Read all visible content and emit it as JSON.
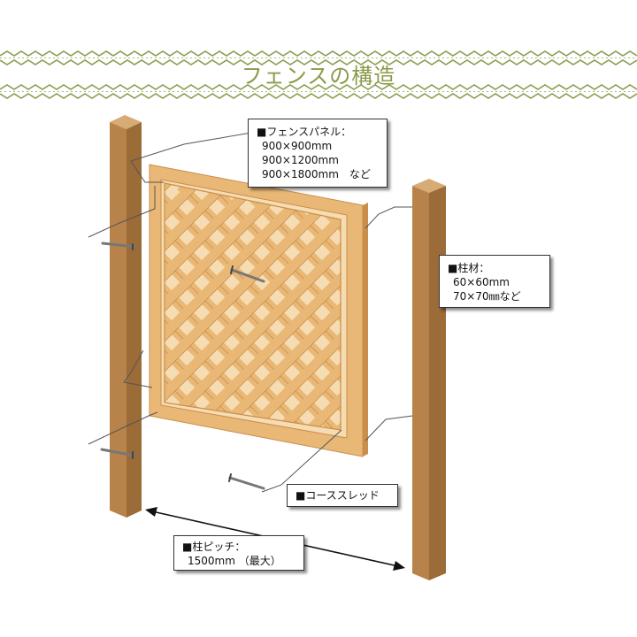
{
  "title": "フェンスの構造",
  "colors": {
    "title": "#8a9a4a",
    "zigzag": "#8aa054",
    "post": "#b8834a",
    "post_light": "#cfa06a",
    "post_dark": "#8e6232",
    "panel": "#e9b877",
    "panel_dark": "#c98e4a",
    "leader": "#555555"
  },
  "callouts": {
    "panel": {
      "heading": "■フェンスパネル：",
      "lines": [
        "900×900mm",
        "900×1200mm",
        "900×1800mm　など"
      ]
    },
    "post": {
      "heading": "■柱材：",
      "lines": [
        "60×60mm",
        "70×70㎜など"
      ]
    },
    "screw": {
      "heading": "■コーススレッド"
    },
    "pitch": {
      "heading": "■柱ピッチ：",
      "lines": [
        "1500mm （最大）"
      ]
    }
  }
}
